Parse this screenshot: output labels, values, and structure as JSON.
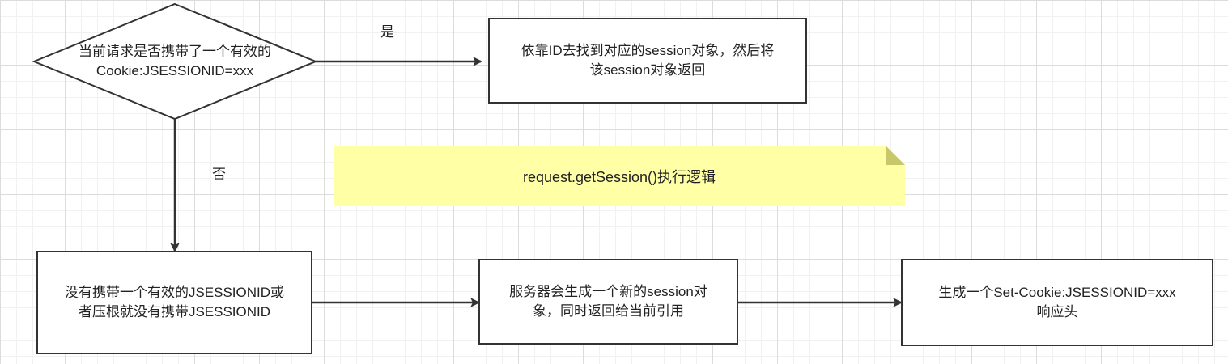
{
  "diagram": {
    "decision": {
      "text": "当前请求是否携带了一个有效的\nCookie:JSESSIONID=xxx"
    },
    "nodes": {
      "return_session": "依靠ID去找到对应的session对象，然后将\n该session对象返回",
      "no_session": "没有携带一个有效的JSESSIONID或\n者压根就没有携带JSESSIONID",
      "create_session": "服务器会生成一个新的session对\n象，同时返回给当前引用",
      "set_cookie": "生成一个Set-Cookie:JSESSIONID=xxx\n响应头"
    },
    "edges": {
      "yes_label": "是",
      "no_label": "否"
    },
    "note": {
      "text": "request.getSession()执行逻辑"
    }
  },
  "colors": {
    "line": "#333333",
    "note_fill": "#ffffa6",
    "note_fold": "#c8c76a"
  }
}
